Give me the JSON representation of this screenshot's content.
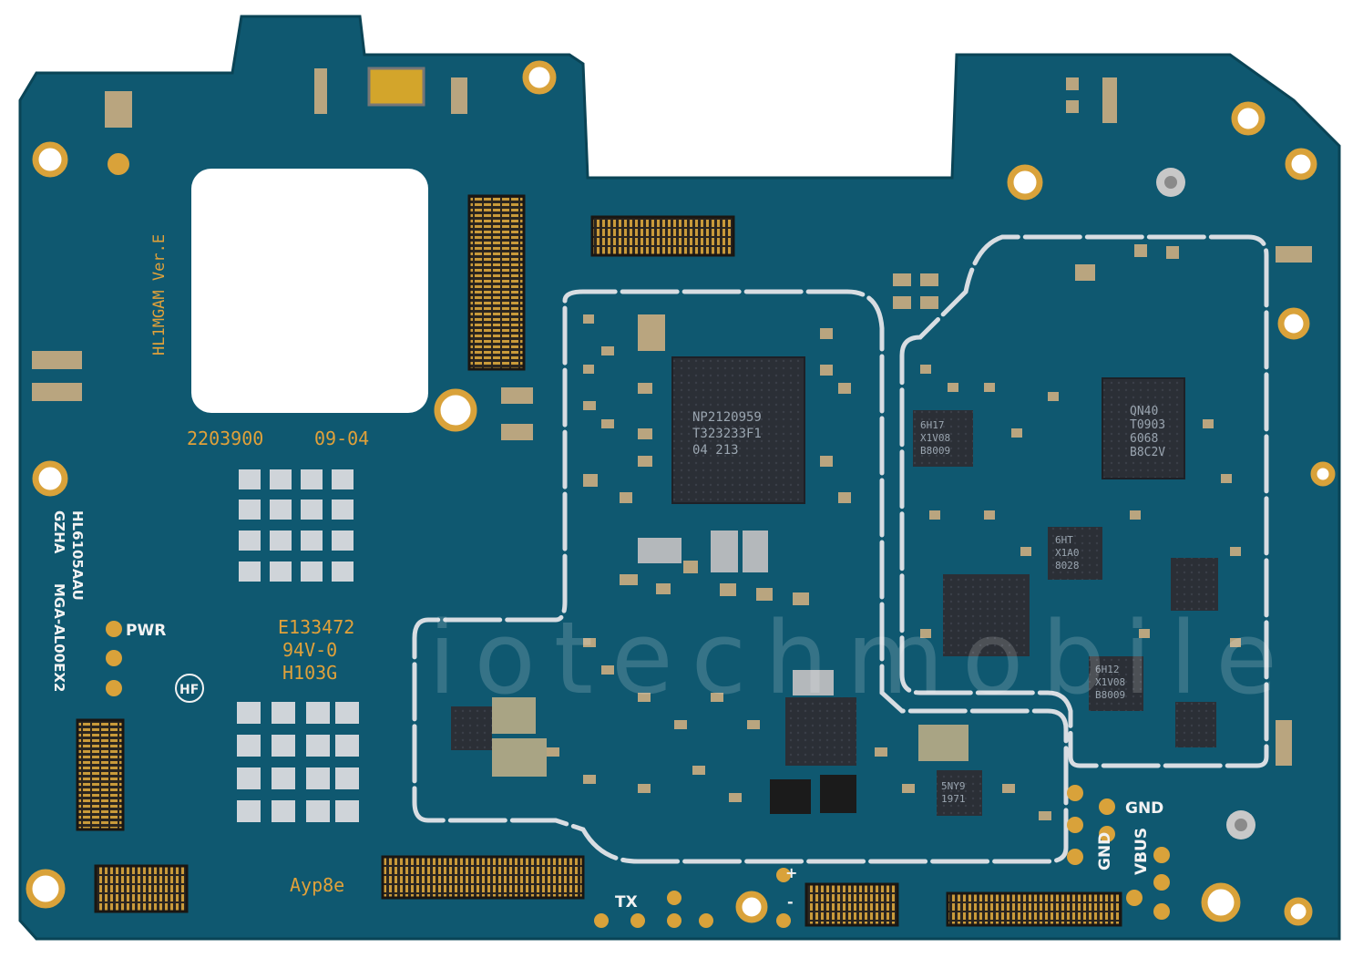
{
  "board": {
    "colors": {
      "pcb": "#0f5870",
      "pcb_dark": "#0b4a5e",
      "silkscreen": "#e0a13a",
      "pad_gold": "#d9a23a",
      "shield": "#d8dde2",
      "chip": "#2b2f36",
      "connector": "#2a2520",
      "white_text": "#f2f2f2"
    },
    "silkscreen": {
      "version": "HL1MGAM Ver.E",
      "code": "2203900",
      "date": "09-04",
      "model_1": "HL6105AAU",
      "model_2": "GZHA",
      "model_3": "MGA-AL00EX2",
      "pwr": "PWR",
      "cert_1": "E133472",
      "cert_2": "94V-0",
      "cert_3": "H103G",
      "hf": "HF",
      "ayp": "Ayp8e",
      "tx": "TX",
      "gnd_top": "GND",
      "gnd_side": "GND",
      "vbus": "VBUS",
      "plus": "+",
      "minus": "-"
    },
    "chips": {
      "cpu": [
        "NP2120959",
        "T323233F1",
        "04 213"
      ],
      "pmic": [
        "QN40",
        "T0903",
        "6068",
        "B8C2V"
      ],
      "ic_left": [
        "6H17",
        "X1V08",
        "B8009"
      ],
      "ic_right": [
        "6H12",
        "X1V08",
        "B8009"
      ],
      "ic_small": [
        "5NY9",
        "1971"
      ],
      "ic_mid": [
        "6HT",
        "X1A0",
        "8028"
      ]
    },
    "watermark": "iotechmobile"
  }
}
